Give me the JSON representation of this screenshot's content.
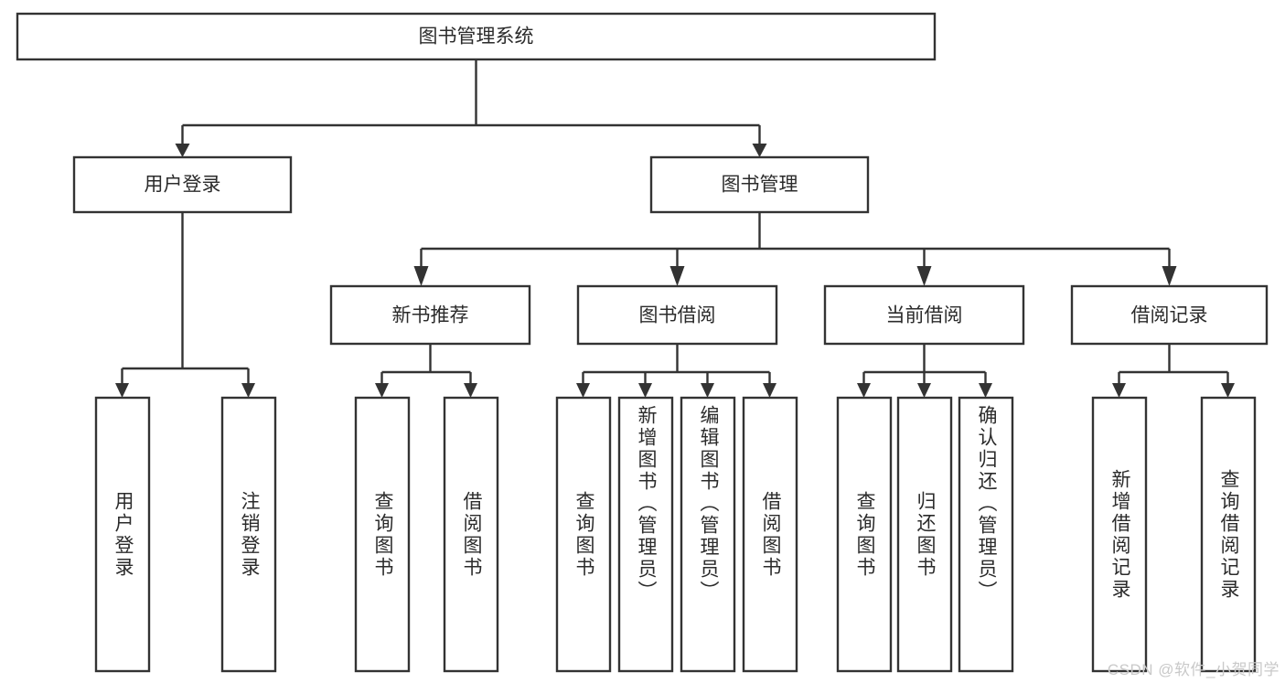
{
  "diagram": {
    "type": "tree-flowchart",
    "title": "图书管理系统",
    "orientation": "top-down",
    "colors": {
      "box_fill": "#ffffff",
      "box_stroke": "#333333",
      "text": "#2b2b2b",
      "background": "#ffffff",
      "watermark": "#c9c9c9"
    },
    "root": {
      "label": "图书管理系统"
    },
    "level1": [
      {
        "label": "用户登录"
      },
      {
        "label": "图书管理"
      }
    ],
    "level2": [
      {
        "label": "新书推荐"
      },
      {
        "label": "图书借阅"
      },
      {
        "label": "当前借阅"
      },
      {
        "label": "借阅记录"
      }
    ],
    "leaves": {
      "user_login": [
        {
          "label": "用户登录"
        },
        {
          "label": "注销登录"
        }
      ],
      "new_book_recommend": [
        {
          "label": "查询图书"
        },
        {
          "label": "借阅图书"
        }
      ],
      "book_borrow": [
        {
          "label": "查询图书"
        },
        {
          "label": "新增图书（管理员）"
        },
        {
          "label": "编辑图书（管理员）"
        },
        {
          "label": "借阅图书"
        }
      ],
      "current_borrow": [
        {
          "label": "查询图书"
        },
        {
          "label": "归还图书"
        },
        {
          "label": "确认归还（管理员）"
        }
      ],
      "borrow_record": [
        {
          "label": "新增借阅记录"
        },
        {
          "label": "查询借阅记录"
        }
      ]
    }
  },
  "watermark": {
    "text": "CSDN @软件_小贺同学"
  }
}
